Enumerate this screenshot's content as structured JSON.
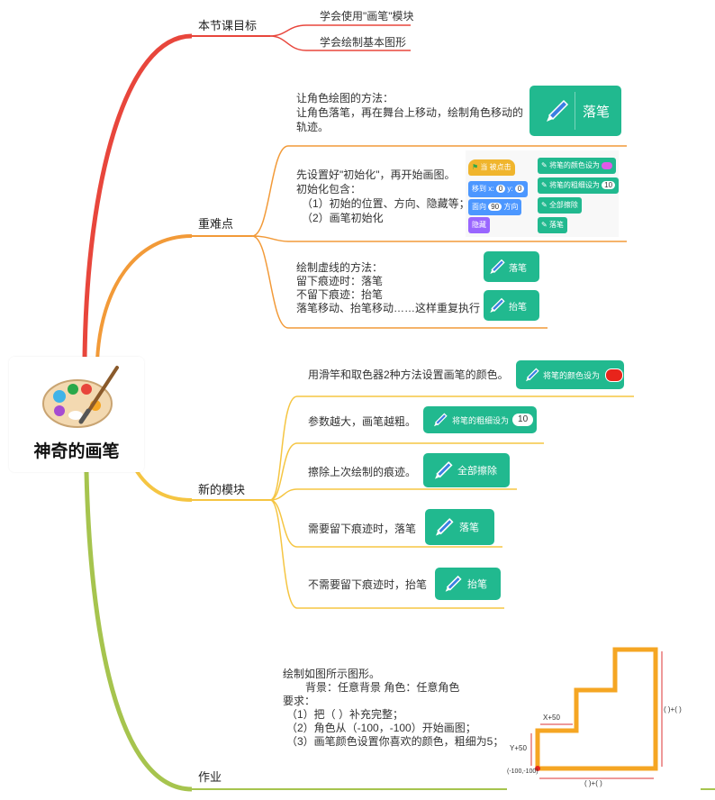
{
  "root": {
    "title": "神奇的画笔",
    "icon": "palette-icon"
  },
  "branches": {
    "goals": {
      "label": "本节课目标",
      "items": [
        "学会使用\"画笔\"模块",
        "学会绘制基本图形"
      ]
    },
    "key_points": {
      "label": "重难点",
      "item1": {
        "lines": [
          "让角色绘图的方法：",
          "让角色落笔，再在舞台上移动，绘制角色移动的",
          "轨迹。"
        ],
        "block": "落笔"
      },
      "item2": {
        "lines": [
          "先设置好\"初始化\"，再开始画图。",
          "初始化包含：",
          "（1）初始的位置、方向、隐藏等；",
          "（2）画笔初始化"
        ],
        "code": {
          "event": "当 被点击",
          "motion": [
            "移到 x:",
            "0",
            "y:",
            "0"
          ],
          "direction": [
            "面向",
            "90",
            "方向"
          ],
          "looks": "隐藏",
          "pen": [
            "将笔的颜色设为",
            "将笔的粗细设为",
            "10",
            "全部擦除",
            "落笔"
          ]
        }
      },
      "item3": {
        "lines": [
          "绘制虚线的方法：",
          "留下痕迹时：落笔",
          "不留下痕迹：抬笔",
          "落笔移动、抬笔移动……这样重复执行"
        ],
        "blocks": [
          "落笔",
          "抬笔"
        ]
      }
    },
    "new_blocks": {
      "label": "新的模块",
      "items": [
        {
          "text": "用滑竿和取色器2种方法设置画笔的颜色。",
          "block": "将笔的颜色设为",
          "color": "#e8241b"
        },
        {
          "text": "参数越大，画笔越粗。",
          "block": "将笔的粗细设为",
          "value": "10"
        },
        {
          "text": "擦除上次绘制的痕迹。",
          "block": "全部擦除"
        },
        {
          "text": "需要留下痕迹时，落笔",
          "block": "落笔"
        },
        {
          "text": "不需要留下痕迹时，抬笔",
          "block": "抬笔"
        }
      ]
    },
    "homework": {
      "label": "作业",
      "lines": [
        "绘制如图所示图形。",
        "背景：任意背景     角色：任意角色",
        "要求：",
        "（1）把（   ）补充完整；",
        "（2）角色从（-100，-100）开始画图；",
        "（3）画笔颜色设置你喜欢的颜色，粗细为5；"
      ],
      "figure": {
        "x_label": "X+50",
        "y_label": "Y+50",
        "origin": "(-100,-100)",
        "right_label": "(  )+(    )",
        "bottom_label": "(  )+(    )"
      }
    }
  },
  "colors": {
    "goals": "#e8463c",
    "key_points": "#f29a38",
    "new_blocks": "#f5c542",
    "homework": "#a6c44e",
    "block": "#21b98f",
    "shape": "#f5a623"
  }
}
